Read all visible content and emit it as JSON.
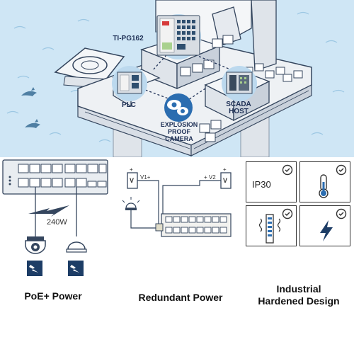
{
  "scene": {
    "callouts": {
      "switch_model": "TI-PG162",
      "plc": "PLC",
      "scada": "SCADA\nHOST",
      "camera": "EXPLOSION\nPROOF\nCAMERA"
    }
  },
  "poe": {
    "power_label": "240W",
    "caption": "PoE+ Power"
  },
  "redundant": {
    "v1": "V1+",
    "v2": "+ V2",
    "v_symbol": "V",
    "caption": "Redundant Power"
  },
  "industrial": {
    "ip_rating": "IP30",
    "caption": "Industrial\nHardened Design"
  },
  "colors": {
    "sea": "#cfe6f5",
    "platform": "#e6eaef",
    "outline": "#35465e",
    "accent": "#1d2f55"
  }
}
